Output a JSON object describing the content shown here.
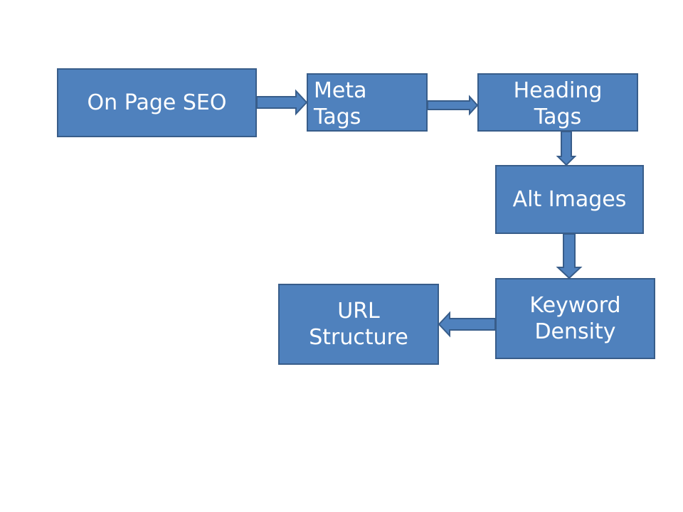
{
  "diagram": {
    "nodes": [
      {
        "id": "on-page-seo",
        "label": "On Page SEO"
      },
      {
        "id": "meta-tags",
        "label": "Meta\nTags"
      },
      {
        "id": "heading-tags",
        "label": "Heading\nTags"
      },
      {
        "id": "alt-images",
        "label": "Alt Images"
      },
      {
        "id": "keyword-density",
        "label": "Keyword\nDensity"
      },
      {
        "id": "url-structure",
        "label": "URL\nStructure"
      }
    ],
    "edges": [
      {
        "from": "on-page-seo",
        "to": "meta-tags"
      },
      {
        "from": "meta-tags",
        "to": "heading-tags"
      },
      {
        "from": "heading-tags",
        "to": "alt-images"
      },
      {
        "from": "alt-images",
        "to": "keyword-density"
      },
      {
        "from": "keyword-density",
        "to": "url-structure"
      }
    ],
    "colors": {
      "box_fill": "#4f81bd",
      "box_border": "#385d8a",
      "text": "#ffffff",
      "arrow_fill": "#4f81bd",
      "arrow_border": "#385d8a"
    }
  }
}
